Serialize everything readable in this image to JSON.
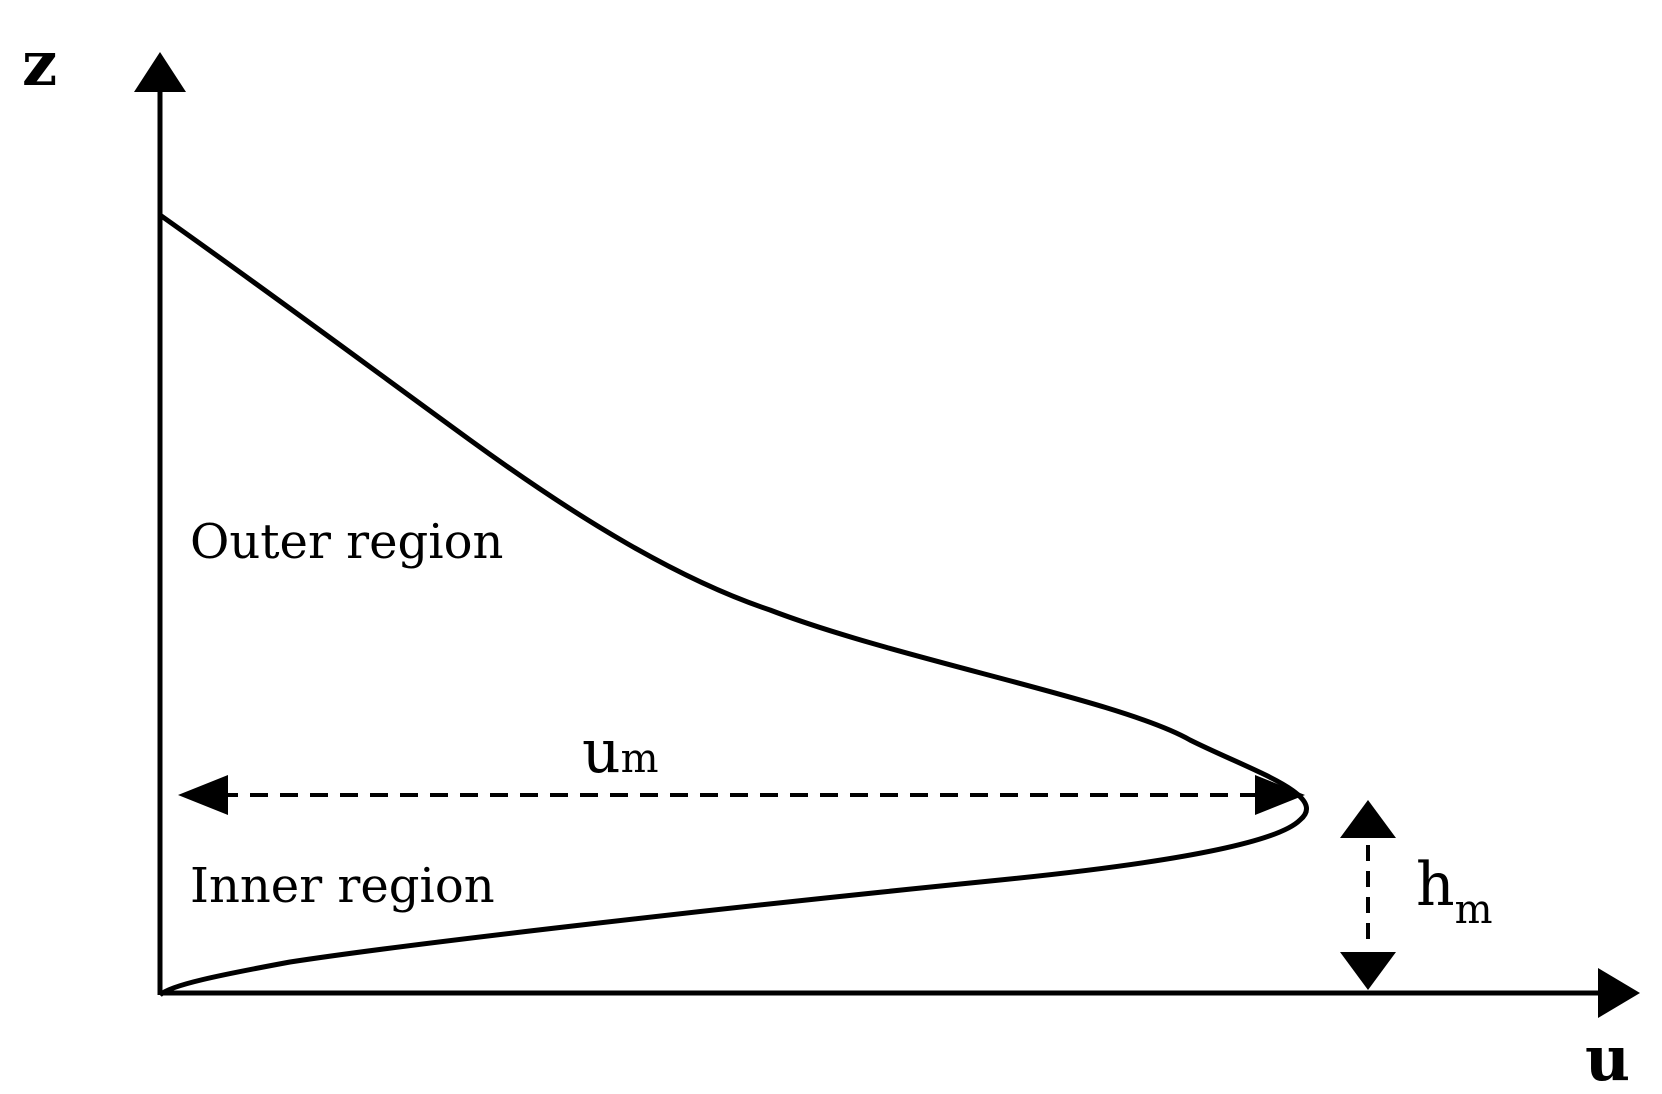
{
  "axes": {
    "vertical_label": "z",
    "horizontal_label": "u"
  },
  "regions": {
    "outer": "Outer region",
    "inner": "Inner region"
  },
  "annotations": {
    "max_velocity": {
      "symbol": "u",
      "subscript": "m"
    },
    "max_height": {
      "symbol": "h",
      "subscript": "m"
    }
  },
  "colors": {
    "ink": "#000000",
    "background": "#ffffff"
  }
}
